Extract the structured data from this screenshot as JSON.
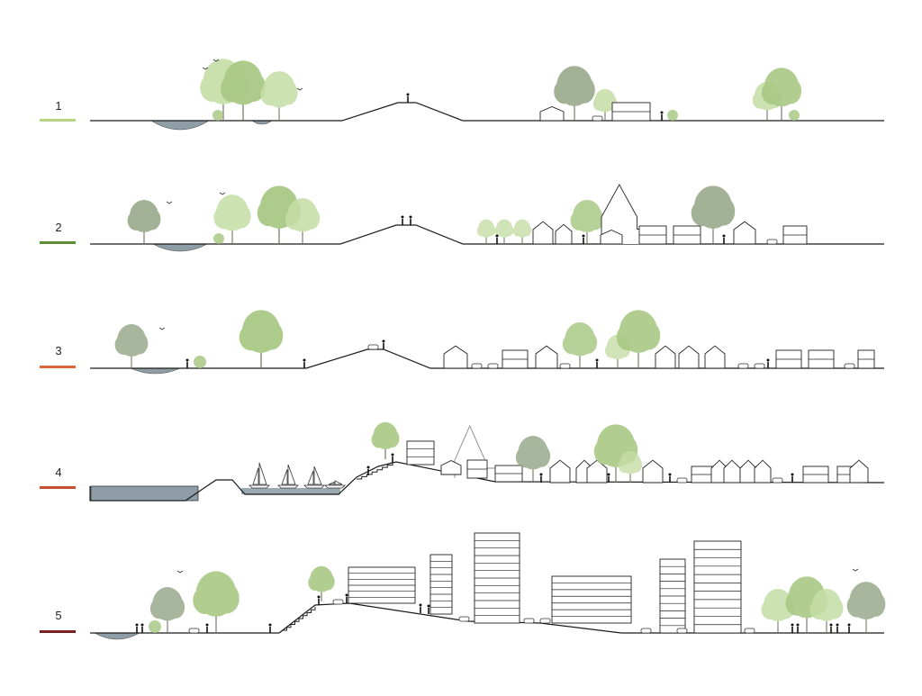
{
  "sections": [
    {
      "label": "1",
      "color": "#b9d57f"
    },
    {
      "label": "2",
      "color": "#5f8f33"
    },
    {
      "label": "3",
      "color": "#e0673b"
    },
    {
      "label": "4",
      "color": "#c4512e"
    },
    {
      "label": "5",
      "color": "#7a1f1f"
    }
  ],
  "colors": {
    "ground": "#1a1a1a",
    "water": "#8f9ea6",
    "tree_light": "#c5dea6",
    "tree_mid": "#a9c985",
    "tree_dark": "#8faa72",
    "tree_grey": "#9aaa8c"
  }
}
